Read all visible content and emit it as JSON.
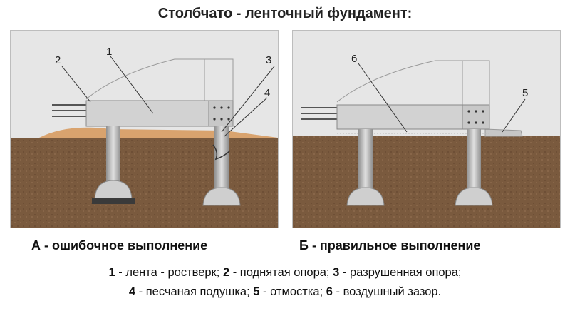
{
  "title": "Столбчато - ленточный фундамент:",
  "panel_a": {
    "caption": "А - ошибочное выполнение",
    "labels": [
      "1",
      "2",
      "3",
      "4"
    ]
  },
  "panel_b": {
    "caption": "Б - правильное выполнение",
    "labels": [
      "5",
      "6"
    ]
  },
  "legend": {
    "line1": [
      {
        "num": "1",
        "text": " - лента - ростверк; "
      },
      {
        "num": "2",
        "text": " - поднятая опора; "
      },
      {
        "num": "3",
        "text": " - разрушенная опора;"
      }
    ],
    "line2": [
      {
        "num": "4",
        "text": " - песчаная подушка; "
      },
      {
        "num": "5",
        "text": " - отмостка; "
      },
      {
        "num": "6",
        "text": " - воздушный зазор."
      }
    ]
  },
  "colors": {
    "soil": "#7a5a3e",
    "sand": "#d9a36e",
    "beam": "#d2d2d2",
    "background": "#e6e6e6",
    "pile": "#b9b9b9"
  }
}
